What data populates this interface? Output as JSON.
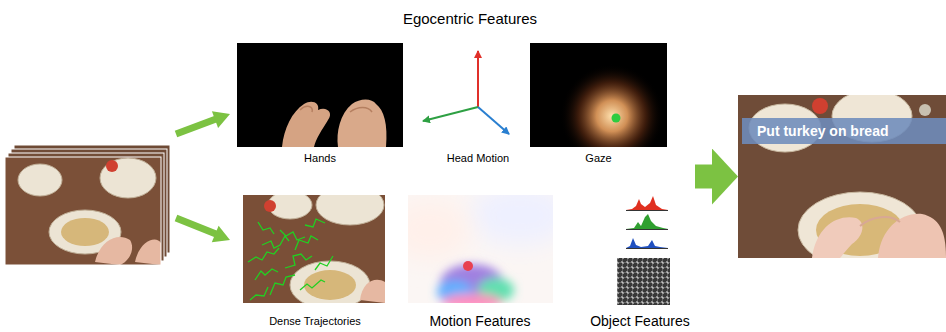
{
  "diagram": {
    "nodes": [
      {
        "text": [
          "Egocentric Features"
        ]
      },
      {
        "text": [
          "Hands"
        ],
        "in": 0
      },
      {
        "text": [
          "Head Motion"
        ],
        "in": 0
      },
      {
        "text": [
          "Gaze"
        ],
        "in": 0
      },
      {
        "text": [
          "Dense Trajectories"
        ]
      },
      {
        "text": [
          "Motion Features"
        ]
      },
      {
        "text": [
          "Object Features"
        ]
      },
      {
        "text": [
          "Put turkey on bread"
        ]
      }
    ],
    "edges": [
      {
        "from": 6,
        "to": 7,
        "arrow": "to"
      }
    ]
  }
}
